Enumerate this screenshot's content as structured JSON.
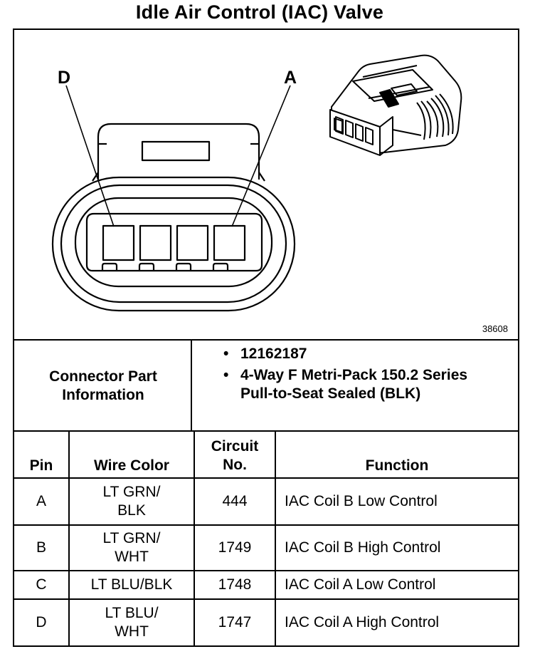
{
  "title": "Idle Air Control (IAC) Valve",
  "diagram": {
    "label_left": "D",
    "label_right": "A",
    "figure_number": "38608"
  },
  "part_info": {
    "label": "Connector Part Information",
    "items": [
      "12162187",
      "4-Way F Metri-Pack 150.2 Series Pull-to-Seat Sealed (BLK)"
    ]
  },
  "table": {
    "headers": [
      "Pin",
      "Wire Color",
      "Circuit No.",
      "Function"
    ],
    "rows": [
      [
        "A",
        "LT GRN/ BLK",
        "444",
        "IAC Coil B Low Control"
      ],
      [
        "B",
        "LT GRN/ WHT",
        "1749",
        "IAC Coil B High Control"
      ],
      [
        "C",
        "LT BLU/BLK",
        "1748",
        "IAC Coil A Low Control"
      ],
      [
        "D",
        "LT BLU/ WHT",
        "1747",
        "IAC Coil A High Control"
      ]
    ]
  }
}
